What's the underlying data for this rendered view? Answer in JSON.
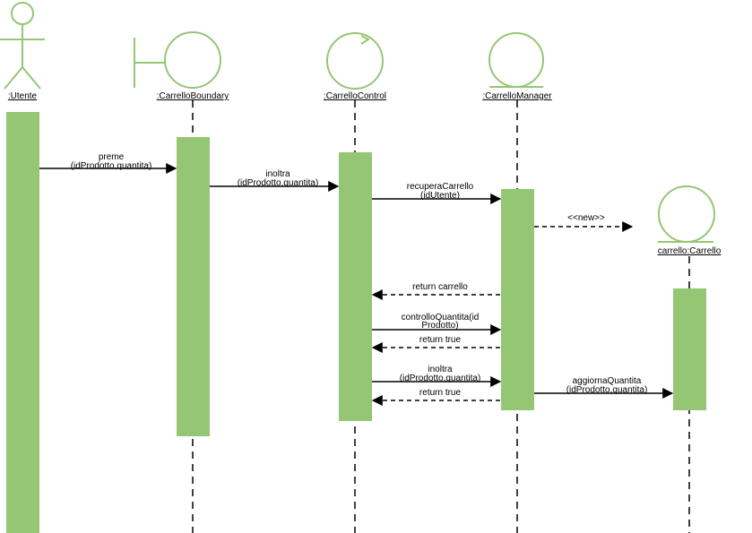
{
  "diagram": {
    "colors": {
      "activation_fill": "#95c674",
      "shape_stroke": "#95c674",
      "line": "#000000",
      "background": "#ffffff"
    },
    "participants": [
      {
        "id": "utente",
        "label": ":Utente",
        "shape": "actor-icon"
      },
      {
        "id": "boundary",
        "label": ":CarrelloBoundary",
        "shape": "boundary-icon"
      },
      {
        "id": "control",
        "label": ":CarrelloControl",
        "shape": "control-icon"
      },
      {
        "id": "manager",
        "label": ":CarrelloManager",
        "shape": "entity-icon"
      },
      {
        "id": "carrello",
        "label": "carrello:Carrello",
        "shape": "entity-icon"
      }
    ],
    "messages": [
      {
        "from": "utente",
        "to": "boundary",
        "kind": "sync",
        "lines": [
          "preme",
          "(idProdotto,quantita)"
        ]
      },
      {
        "from": "boundary",
        "to": "control",
        "kind": "sync",
        "lines": [
          "inoltra",
          "(idProdotto,quantita)"
        ]
      },
      {
        "from": "control",
        "to": "manager",
        "kind": "sync",
        "lines": [
          "recuperaCarrello",
          "(idUtente)"
        ]
      },
      {
        "from": "manager",
        "to": "carrello",
        "kind": "create",
        "lines": [
          "<<new>>"
        ]
      },
      {
        "from": "manager",
        "to": "control",
        "kind": "return",
        "lines": [
          "return carrello"
        ]
      },
      {
        "from": "control",
        "to": "manager",
        "kind": "sync",
        "lines": [
          "controlloQuantita(id",
          "Prodotto)"
        ]
      },
      {
        "from": "manager",
        "to": "control",
        "kind": "return",
        "lines": [
          "return true"
        ]
      },
      {
        "from": "control",
        "to": "manager",
        "kind": "sync",
        "lines": [
          "inoltra",
          "(idProdotto,quantita)"
        ]
      },
      {
        "from": "manager",
        "to": "control",
        "kind": "return",
        "lines": [
          "return true"
        ]
      },
      {
        "from": "manager",
        "to": "carrello",
        "kind": "sync",
        "lines": [
          "aggiornaQuantita",
          "(idProdotto,quantita)"
        ]
      }
    ]
  }
}
